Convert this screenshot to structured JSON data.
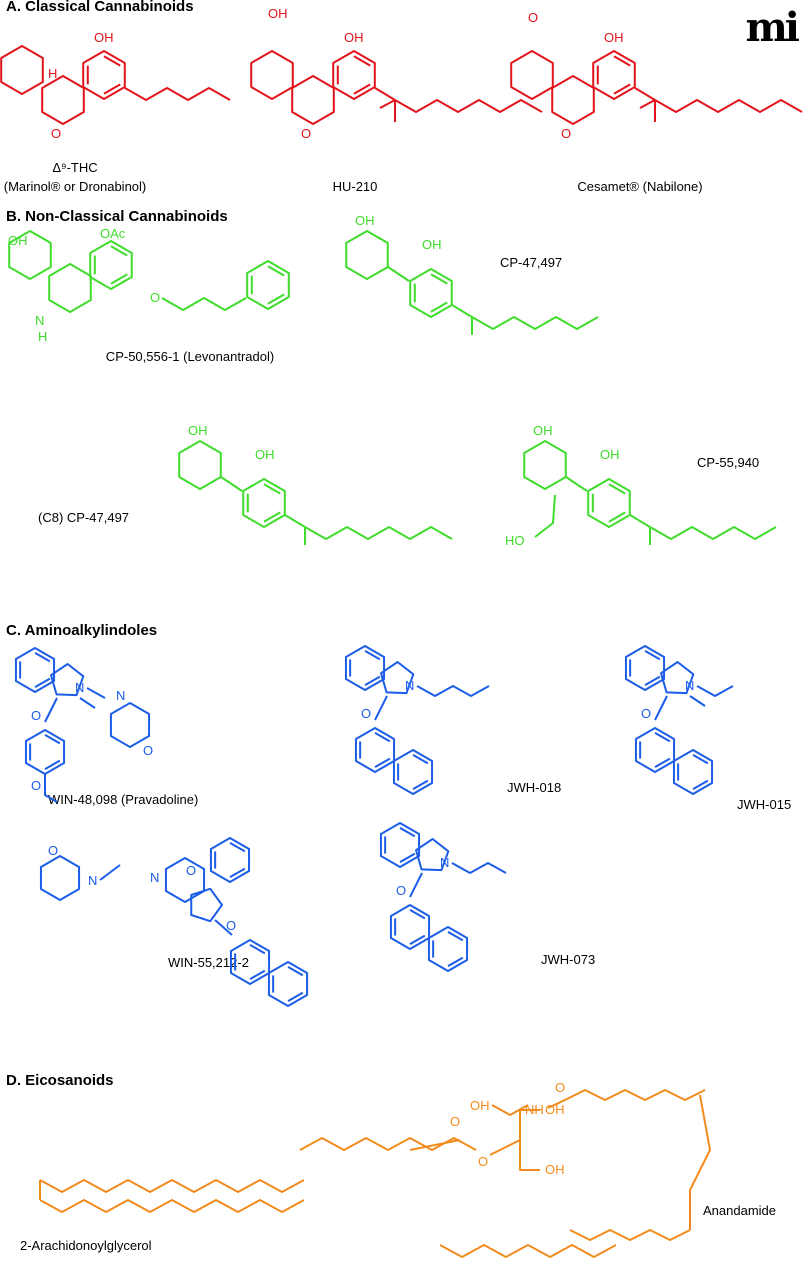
{
  "logo": "mi",
  "colors": {
    "classical": "#e3131b",
    "nonclassical": "#3fdc2c",
    "aminoalkylindoles": "#1c5de8",
    "eicosanoids": "#f28b1e"
  },
  "sections": [
    {
      "title": "A. Classical Cannabinoids",
      "compounds": [
        {
          "name_line1": "Δ⁹-THC",
          "name_line2": "(Marinol® or Dronabinol)"
        },
        {
          "name_line1": "HU-210"
        },
        {
          "name_line1": "Cesamet® (Nabilone)"
        }
      ]
    },
    {
      "title": "B. Non-Classical Cannabinoids",
      "compounds": [
        {
          "name_line1": "CP-50,556-1 (Levonantradol)"
        },
        {
          "name_line1": "CP-47,497"
        },
        {
          "name_line1": "(C8) CP-47,497"
        },
        {
          "name_line1": "CP-55,940"
        }
      ]
    },
    {
      "title": "C. Aminoalkylindoles",
      "compounds": [
        {
          "name_line1": "WIN-48,098 (Pravadoline)"
        },
        {
          "name_line1": "JWH-018"
        },
        {
          "name_line1": "JWH-015"
        },
        {
          "name_line1": "WIN-55,212-2"
        },
        {
          "name_line1": "JWH-073"
        }
      ]
    },
    {
      "title": "D. Eicosanoids",
      "compounds": [
        {
          "name_line1": "2-Arachidonoylglycerol"
        },
        {
          "name_line1": "Anandamide"
        }
      ]
    }
  ],
  "atoms": {
    "oh": "OH",
    "o": "O",
    "h": "H",
    "oac": "OAc",
    "nh": "N",
    "hn": "H",
    "n": "N",
    "ho": "HO",
    "nh2": "NH"
  }
}
